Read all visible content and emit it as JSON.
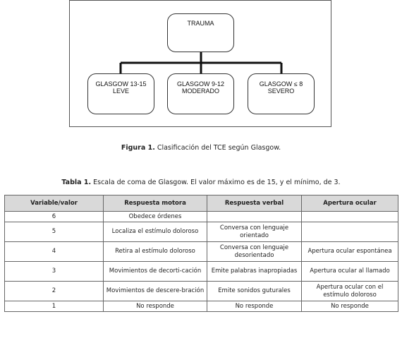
{
  "figure": {
    "root": "TRAUMA",
    "children": [
      {
        "line1": "GLASGOW 13-15",
        "line2": "LEVE"
      },
      {
        "line1": "GLASGOW 9-12",
        "line2": "MODERADO"
      },
      {
        "line1": "GLASGOW ≤ 8",
        "line2": "SEVERO"
      }
    ],
    "caption_label": "Figura 1.",
    "caption_text": " Clasificación del TCE según Glasgow."
  },
  "table": {
    "caption_label": "Tabla 1.",
    "caption_text": " Escala de coma de Glasgow. El valor máximo es de 15, y el mínimo, de 3.",
    "headers": [
      "Variable/valor",
      "Respuesta motora",
      "Respuesta verbal",
      "Apertura ocular"
    ],
    "rows": [
      [
        "6",
        "Obedece órdenes",
        "",
        ""
      ],
      [
        "5",
        "Localiza el estímulo doloroso",
        "Conversa con lenguaje orientado",
        ""
      ],
      [
        "4",
        "Retira al estímulo doloroso",
        "Conversa con lenguaje desorientado",
        "Apertura ocular espontánea"
      ],
      [
        "3",
        "Movimientos de decorti-cación",
        "Emite palabras inapropiadas",
        "Apertura ocular al llamado"
      ],
      [
        "2",
        "Movimientos de descere-bración",
        "Emite sonidos guturales",
        "Apertura ocular con el estímulo doloroso"
      ],
      [
        "1",
        "No responde",
        "No responde",
        "No responde"
      ]
    ]
  }
}
